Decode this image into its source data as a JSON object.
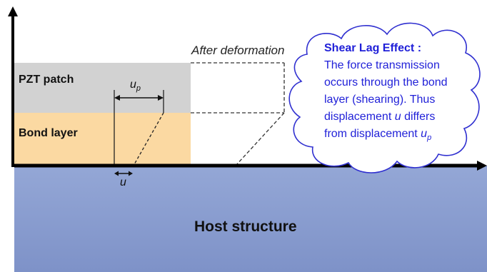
{
  "labels": {
    "pzt_patch": "PZT patch",
    "bond_layer": "Bond layer",
    "after_deformation": "After deformation",
    "host_structure": "Host structure",
    "u_p_var": "u",
    "u_p_sub": "p",
    "u_var": "u"
  },
  "callout": {
    "title": "Shear Lag Effect :",
    "line1": "The force transmission",
    "line2": "occurs through  the bond",
    "line3": "layer (shearing). Thus",
    "line4_pre": "displacement ",
    "line4_var": "u",
    "line4_post": " differs",
    "line5_pre": "from displacement ",
    "line5_var": "u",
    "line5_sub": "p"
  },
  "colors": {
    "pzt_fill": "#d2d2d2",
    "bond_fill": "#fbd9a2",
    "host_top": "#8ea2d2",
    "host_bottom": "#7d91c6",
    "callout_text": "#1f1fd8",
    "callout_border": "#3030d0"
  }
}
